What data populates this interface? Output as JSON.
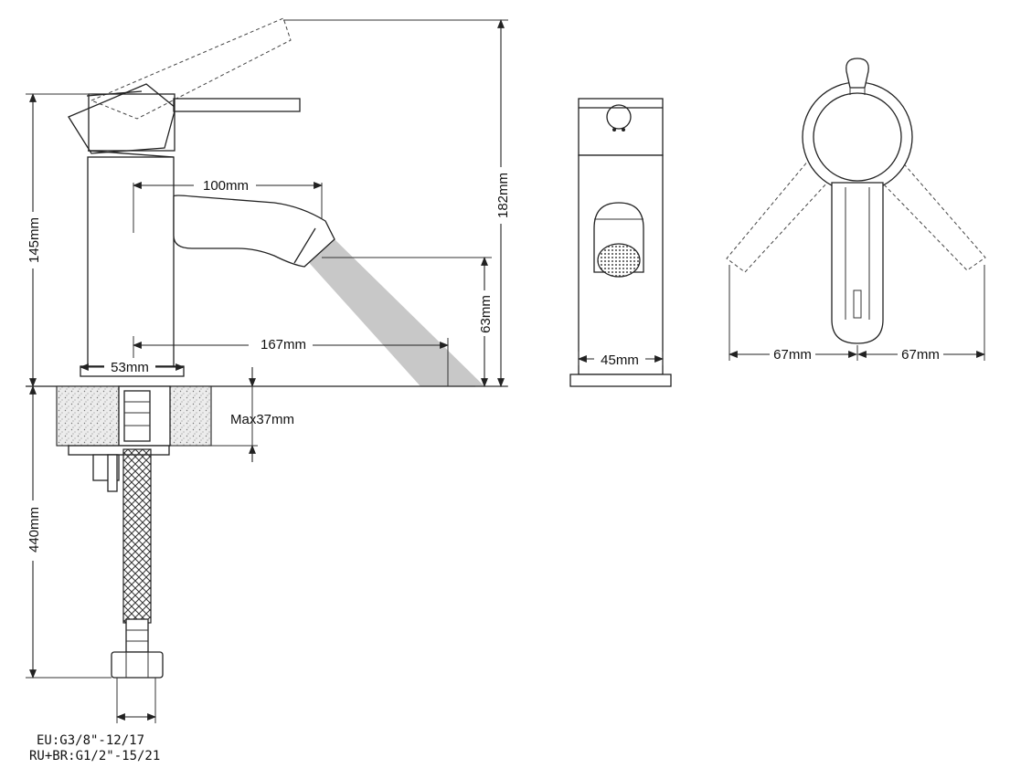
{
  "dimensions": {
    "spout_reach": "100mm",
    "total_height": "182mm",
    "body_height": "145mm",
    "water_clearance": "63mm",
    "outlet_reach": "167mm",
    "base_diameter": "53mm",
    "max_deck_thickness": "Max37mm",
    "hose_length": "440mm",
    "front_width": "45mm",
    "lever_left": "67mm",
    "lever_right": "67mm"
  },
  "connection_notes": {
    "eu": "EU:G3/8\"-12/17",
    "ru_br": "RU+BR:G1/2\"-15/21"
  },
  "colors": {
    "line": "#222222",
    "water_stream": "#c8c8c8",
    "countertop": "#e4e4e4"
  }
}
